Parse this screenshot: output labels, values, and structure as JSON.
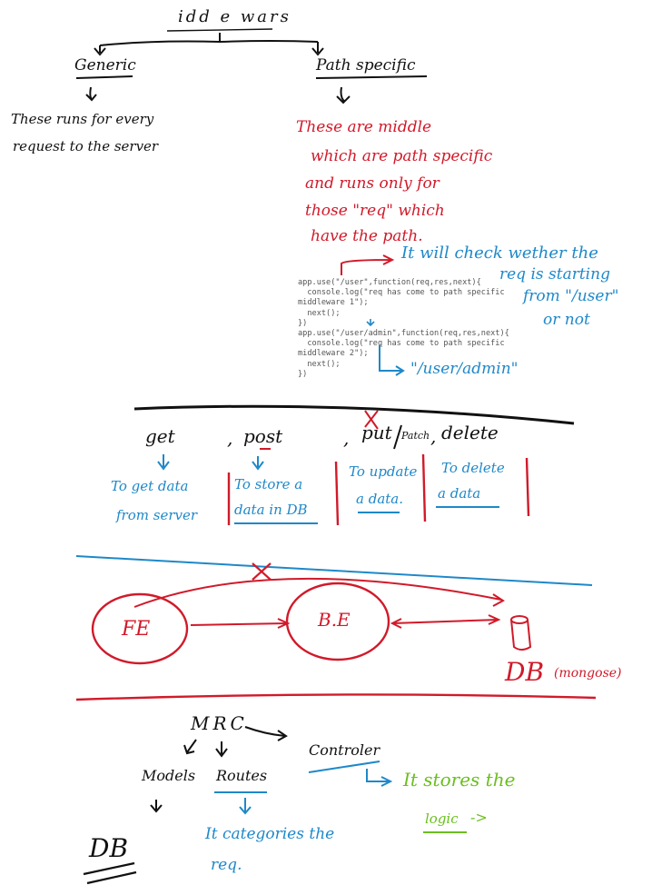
{
  "colors": {
    "ink": "#111111",
    "red": "#d11a2a",
    "blue": "#1e88c9",
    "green": "#6abf1f"
  },
  "heading": "idd e wars",
  "generic": {
    "label": "Generic",
    "desc_line1": "These runs for every",
    "desc_line2": "request to the server"
  },
  "path_specific": {
    "label": "Path specific",
    "desc": [
      "These are middle",
      "which are path specific",
      "and runs only for",
      "those \"req\" which",
      "have the path."
    ]
  },
  "check_note": {
    "line1": "It will check wether the",
    "line2": "req is starting",
    "line3": "from \"/user\"",
    "line4": "or not"
  },
  "admin_note": "\"/user/admin\"",
  "code_lines": [
    "app.use(\"/user\",function(req,res,next){",
    "  console.log(\"req has come to path specific",
    "middleware 1\");",
    "  next();",
    "})",
    "app.use(\"/user/admin\",function(req,res,next){",
    "  console.log(\"req has come to path specific",
    "middleware 2\");",
    "  next();",
    "})"
  ],
  "methods": {
    "get": "get",
    "post": "post",
    "put": "put",
    "patch": "Patch",
    "delete": "delete",
    "get_desc": [
      "To get data",
      "from server"
    ],
    "post_desc": [
      "To store a",
      "data in DB"
    ],
    "put_desc": [
      "To update",
      "a data."
    ],
    "delete_desc": [
      "To delete",
      "a data"
    ]
  },
  "arch": {
    "fe": "FE",
    "be": "B.E",
    "db": "DB",
    "db_note": "(mongose)"
  },
  "mrc": {
    "title": "MRC",
    "models": "Models",
    "routes": "Routes",
    "controller": "Controler",
    "controller_note": "It stores the",
    "logic": "logic",
    "routes_note": [
      "It categories the",
      "req."
    ],
    "db": "DB"
  }
}
